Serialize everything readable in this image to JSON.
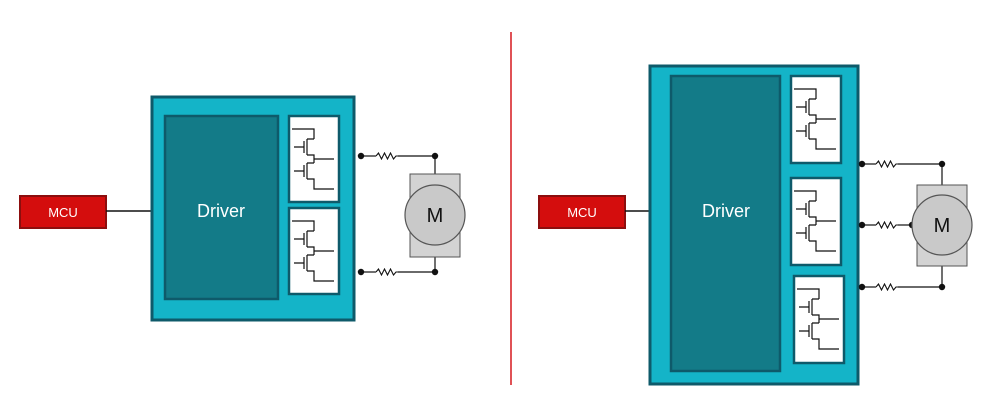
{
  "colors": {
    "mcu_fill": "#d40d0d",
    "mcu_border": "#8c0e0e",
    "driver_outer": "#14b4c8",
    "driver_border": "#0e5a6a",
    "driver_core": "#137b88",
    "divider": "#d8262c",
    "wire": "#111111",
    "motor_body": "#d3d3d3",
    "motor_circle": "#c9c9c9"
  },
  "left_panel": {
    "mcu_label": "MCU",
    "driver_label": "Driver",
    "motor_label": "M",
    "half_bridge_count": 2
  },
  "right_panel": {
    "mcu_label": "MCU",
    "driver_label": "Driver",
    "motor_label": "M",
    "half_bridge_count": 3
  },
  "icons": {
    "switch": "mosfet-half-bridge-icon",
    "resistor": "resistor-icon",
    "motor": "motor-icon"
  }
}
